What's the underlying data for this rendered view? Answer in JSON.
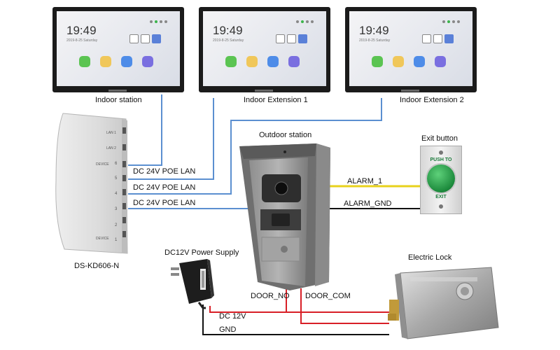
{
  "devices": {
    "indoor_station": "Indoor station",
    "indoor_extension_1": "Indoor Extension 1",
    "indoor_extension_2": "Indoor Extension 2",
    "outdoor_station": "Outdoor station",
    "exit_button": "Exit button",
    "switch": "DS-KD606-N",
    "power_supply": "DC12V Power Supply",
    "electric_lock": "Electric Lock"
  },
  "monitor_screen": {
    "time": "19:49",
    "date": "2019-8-25  Saturday"
  },
  "switch_ports": {
    "lan1": "LAN 1",
    "lan2": "LAN 2",
    "device_top": "DEVICE",
    "device_bottom": "DEVICE",
    "numbers": [
      "6",
      "5",
      "4",
      "3",
      "2",
      "1"
    ]
  },
  "exit_button_text": {
    "top": "PUSH TO",
    "bottom": "EXIT"
  },
  "connections": {
    "poe_1": "DC 24V POE LAN",
    "poe_2": "DC 24V POE LAN",
    "poe_3": "DC 24V POE LAN",
    "alarm_1": "ALARM_1",
    "alarm_gnd": "ALARM_GND",
    "door_no": "DOOR_NO",
    "door_com": "DOOR_COM",
    "dc_12v": "DC 12V",
    "gnd": "GND"
  },
  "colors": {
    "lan_wire": "#5b8fd0",
    "alarm_yellow": "#e8d21c",
    "alarm_black": "#111111",
    "power_red": "#d81f26",
    "ground_black": "#111111"
  }
}
